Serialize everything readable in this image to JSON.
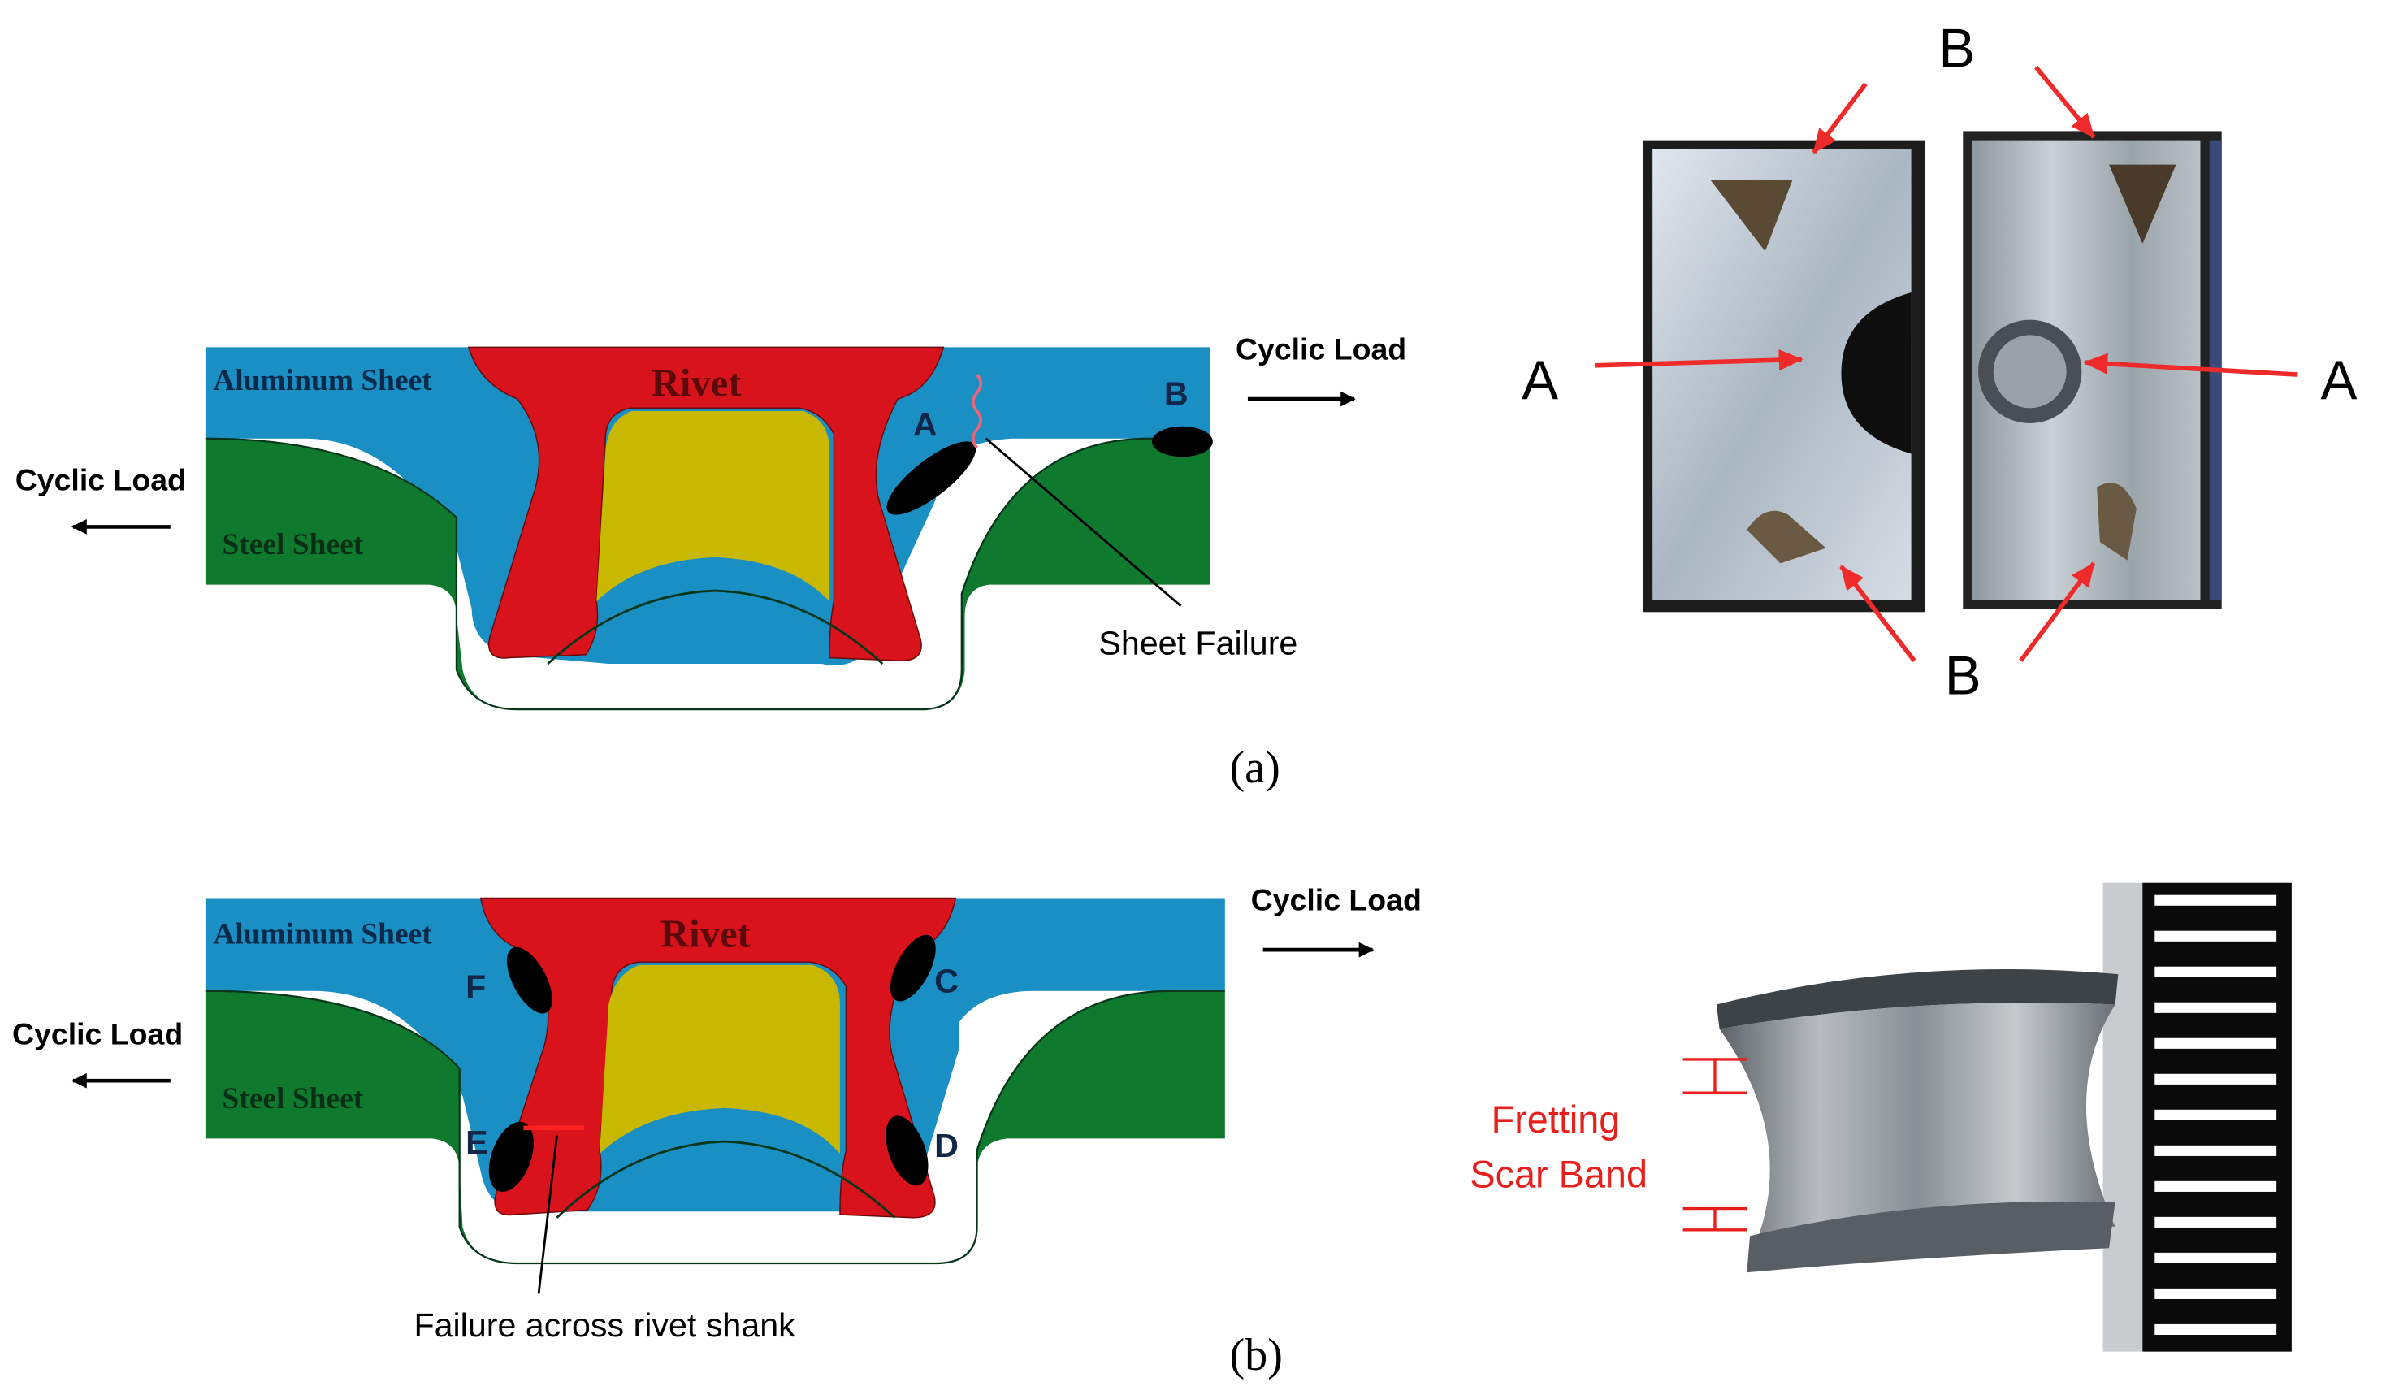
{
  "colors": {
    "aluminum": "#1a8fc4",
    "steel": "#0f7a2e",
    "rivet": "#d8131b",
    "core": "#c9b800",
    "arrow_red": "#ee2a2a",
    "annotation_red": "#e8201c"
  },
  "panel_a": {
    "caption": "(a)",
    "diagram": {
      "aluminum_label": "Aluminum Sheet",
      "steel_label": "Steel Sheet",
      "rivet_label": "Rivet",
      "load_right": "Cyclic Load",
      "load_left": "Cyclic Load",
      "marker_a": "A",
      "marker_b": "B",
      "failure_label": "Sheet Failure"
    },
    "photo": {
      "top_label": "B",
      "bottom_label": "B",
      "left_label": "A",
      "right_label": "A"
    }
  },
  "panel_b": {
    "caption": "(b)",
    "diagram": {
      "aluminum_label": "Aluminum Sheet",
      "steel_label": "Steel Sheet",
      "rivet_label": "Rivet",
      "load_right": "Cyclic Load",
      "load_left": "Cyclic Load",
      "marker_c": "C",
      "marker_d": "D",
      "marker_e": "E",
      "marker_f": "F",
      "failure_label": "Failure across rivet shank"
    },
    "photo": {
      "fretting_line1": "Fretting",
      "fretting_line2": "Scar Band"
    }
  }
}
